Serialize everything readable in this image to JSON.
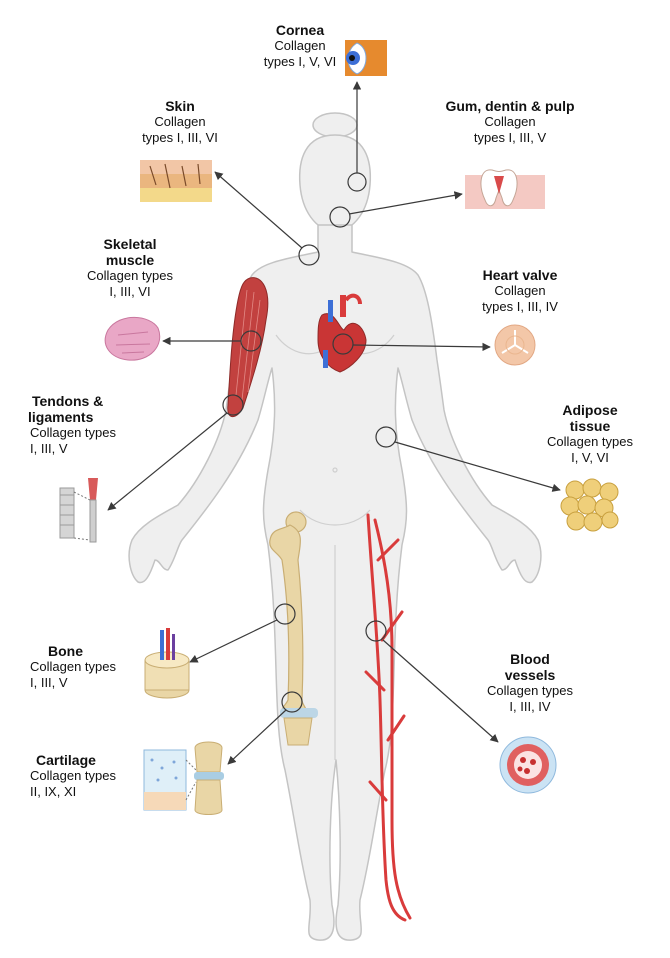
{
  "colors": {
    "body_fill": "#efefef",
    "body_stroke": "#c4c4c4",
    "muscle": "#c2413f",
    "bone": "#e9d6a6",
    "vessel": "#d93b3b",
    "pointer": "#3a3a3a"
  },
  "labels": {
    "cornea": {
      "title": "Cornea",
      "lines": [
        "Collagen",
        "types I, V, VI"
      ],
      "icon": "eye-icon"
    },
    "skin": {
      "title": "Skin",
      "lines": [
        "Collagen",
        "types I, III, VI"
      ],
      "icon": "skin-layers-icon"
    },
    "gum": {
      "title": "Gum, dentin & pulp",
      "lines": [
        "Collagen",
        "types I, III, V"
      ],
      "icon": "tooth-icon"
    },
    "muscle": {
      "title_lines": [
        "Skeletal",
        "muscle"
      ],
      "lines": [
        "Collagen types",
        "I, III, VI"
      ],
      "icon": "muscle-tissue-icon"
    },
    "heart": {
      "title": "Heart valve",
      "lines": [
        "Collagen",
        "types I, III, IV"
      ],
      "icon": "heart-valve-icon"
    },
    "tendons": {
      "title_lines": [
        "Tendons &",
        "ligaments"
      ],
      "lines": [
        "Collagen types",
        "I, III, V"
      ],
      "icon": "tendon-icon"
    },
    "adipose": {
      "title_lines": [
        "Adipose",
        "tissue"
      ],
      "lines": [
        "Collagen types",
        "I, V, VI"
      ],
      "icon": "fat-cells-icon"
    },
    "bone": {
      "title": "Bone",
      "lines": [
        "Collagen types",
        "I, III, V"
      ],
      "icon": "bone-section-icon"
    },
    "blood": {
      "title_lines": [
        "Blood",
        "vessels"
      ],
      "lines": [
        "Collagen types",
        "I, III, IV"
      ],
      "icon": "blood-vessel-icon"
    },
    "cartilage": {
      "title": "Cartilage",
      "lines": [
        "Collagen types",
        "II, IX, XI"
      ],
      "icon": "knee-cartilage-icon"
    }
  }
}
